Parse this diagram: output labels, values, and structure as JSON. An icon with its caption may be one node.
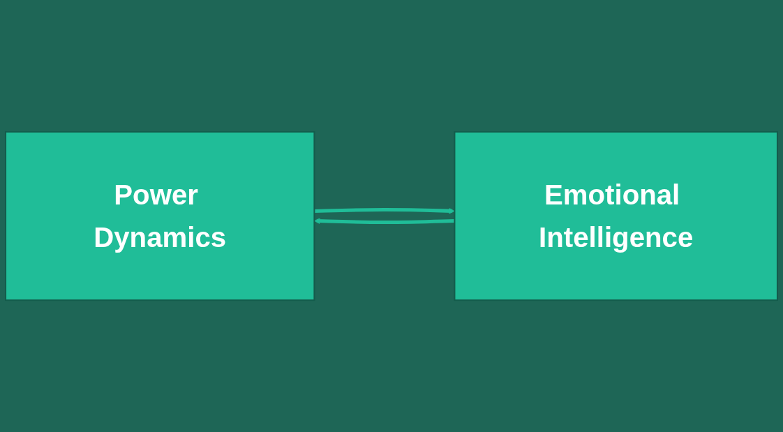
{
  "diagram": {
    "nodes": [
      {
        "text": [
          "Power Dynamics"
        ]
      },
      {
        "text": [
          "Emotional Intelligence"
        ]
      }
    ],
    "edges": [
      {
        "from": 0,
        "to": 1,
        "arrow": "to"
      },
      {
        "from": 1,
        "to": 0,
        "arrow": "to"
      }
    ]
  }
}
